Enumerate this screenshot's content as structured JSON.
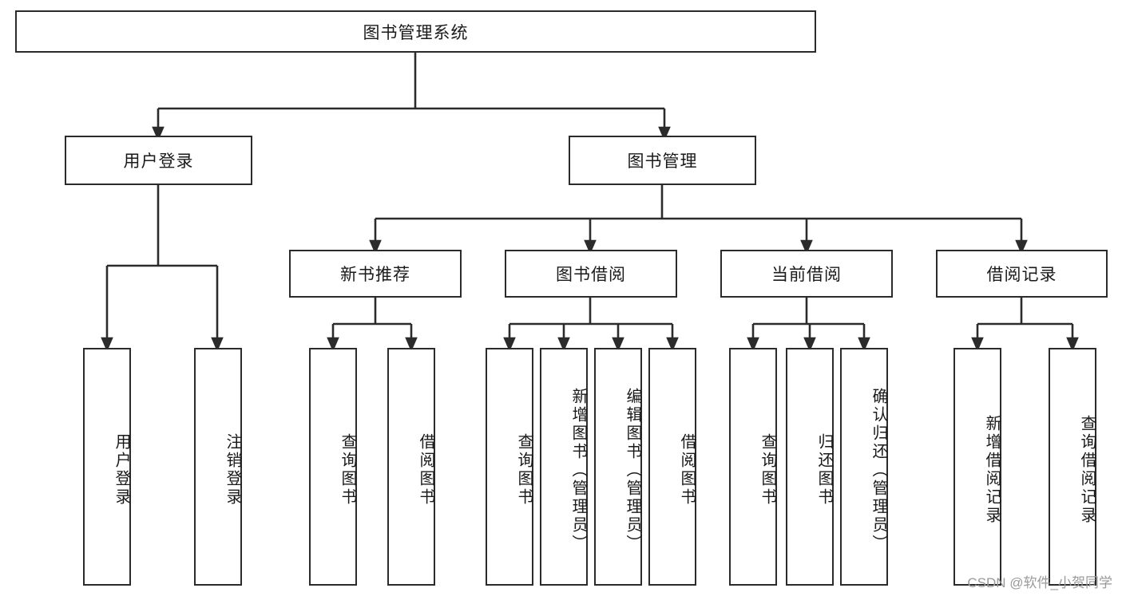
{
  "diagram": {
    "title": "图书管理系统",
    "root": {
      "label": "图书管理系统"
    },
    "level2": [
      {
        "label": "用户登录"
      },
      {
        "label": "图书管理"
      }
    ],
    "level3": [
      {
        "label": "新书推荐"
      },
      {
        "label": "图书借阅"
      },
      {
        "label": "当前借阅"
      },
      {
        "label": "借阅记录"
      }
    ],
    "leaves": {
      "user_login": [
        {
          "label": "用户登录"
        },
        {
          "label": "注销登录"
        }
      ],
      "new_book_recommend": [
        {
          "label": "查询图书"
        },
        {
          "label": "借阅图书"
        }
      ],
      "book_borrow": [
        {
          "label": "查询图书"
        },
        {
          "label": "新增图书（管理员）"
        },
        {
          "label": "编辑图书（管理员）"
        },
        {
          "label": "借阅图书"
        }
      ],
      "current_borrow": [
        {
          "label": "查询图书"
        },
        {
          "label": "归还图书"
        },
        {
          "label": "确认归还（管理员）"
        }
      ],
      "borrow_record": [
        {
          "label": "新增借阅记录"
        },
        {
          "label": "查询借阅记录"
        }
      ]
    }
  },
  "watermark": {
    "text": "CSDN @软件_小贺同学"
  },
  "colors": {
    "border": "#2b2b2b",
    "background": "#ffffff",
    "text": "#1a1a1a",
    "watermark": "#9a9a9a"
  }
}
